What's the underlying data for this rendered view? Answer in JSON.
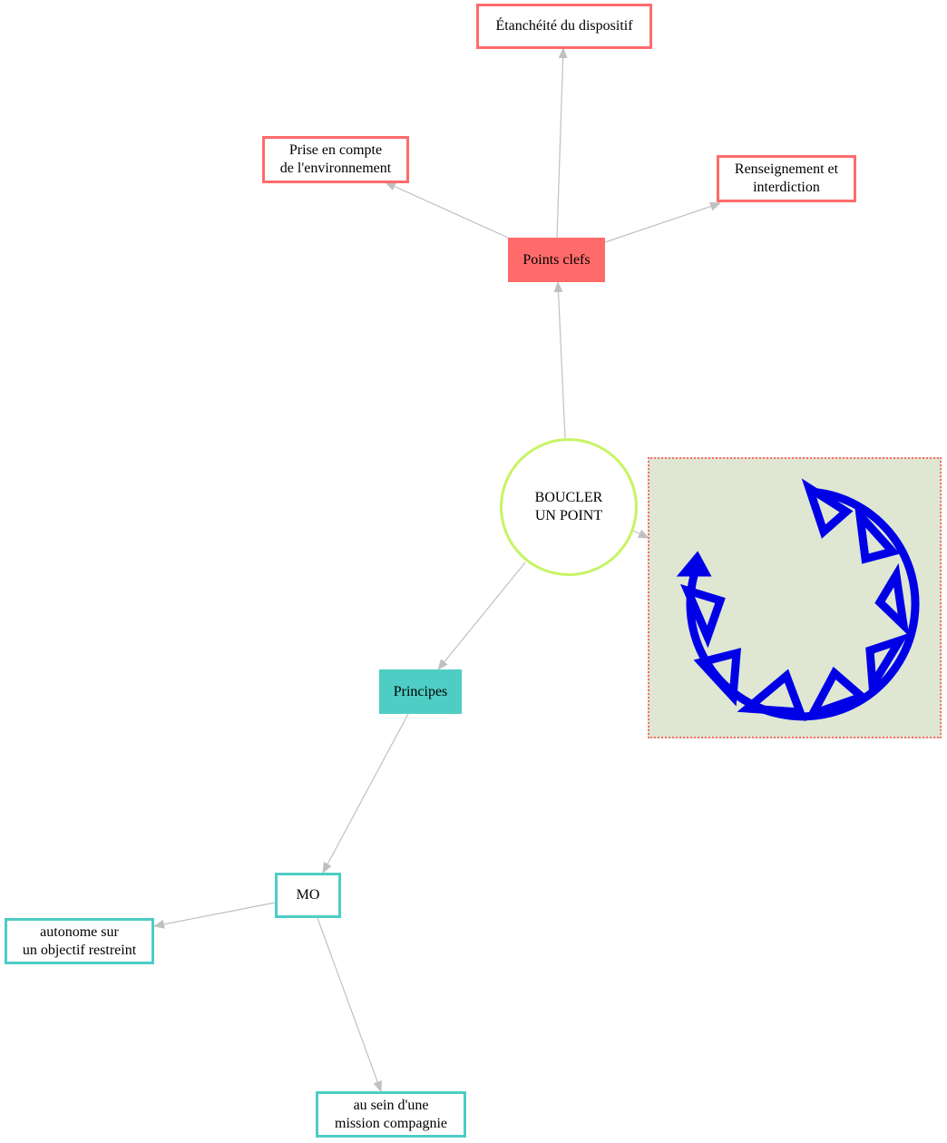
{
  "diagram": {
    "root": {
      "label": "BOUCLER\nUN POINT"
    },
    "points_clefs": {
      "label": "Points clefs"
    },
    "etancheite": {
      "label": "Étanchéité du dispositif"
    },
    "prise_en_compte": {
      "label": "Prise en compte\nde l'environnement"
    },
    "renseignement": {
      "label": "Renseignement et\ninterdiction"
    },
    "principes": {
      "label": "Principes"
    },
    "mo": {
      "label": "MO"
    },
    "autonome": {
      "label": "autonome sur\nun objectif restreint"
    },
    "au_sein": {
      "label": "au sein d'une\nmission compagnie"
    },
    "image_node": {
      "icon": "loop-arrow-with-triangles-icon"
    }
  },
  "colors": {
    "red": "#ff6b6b",
    "teal": "#4ecdc4",
    "lime": "#c7f464",
    "edge": "#c0c0c0",
    "icon_blue": "#0000e6",
    "image_bg": "#dfe7d3"
  }
}
